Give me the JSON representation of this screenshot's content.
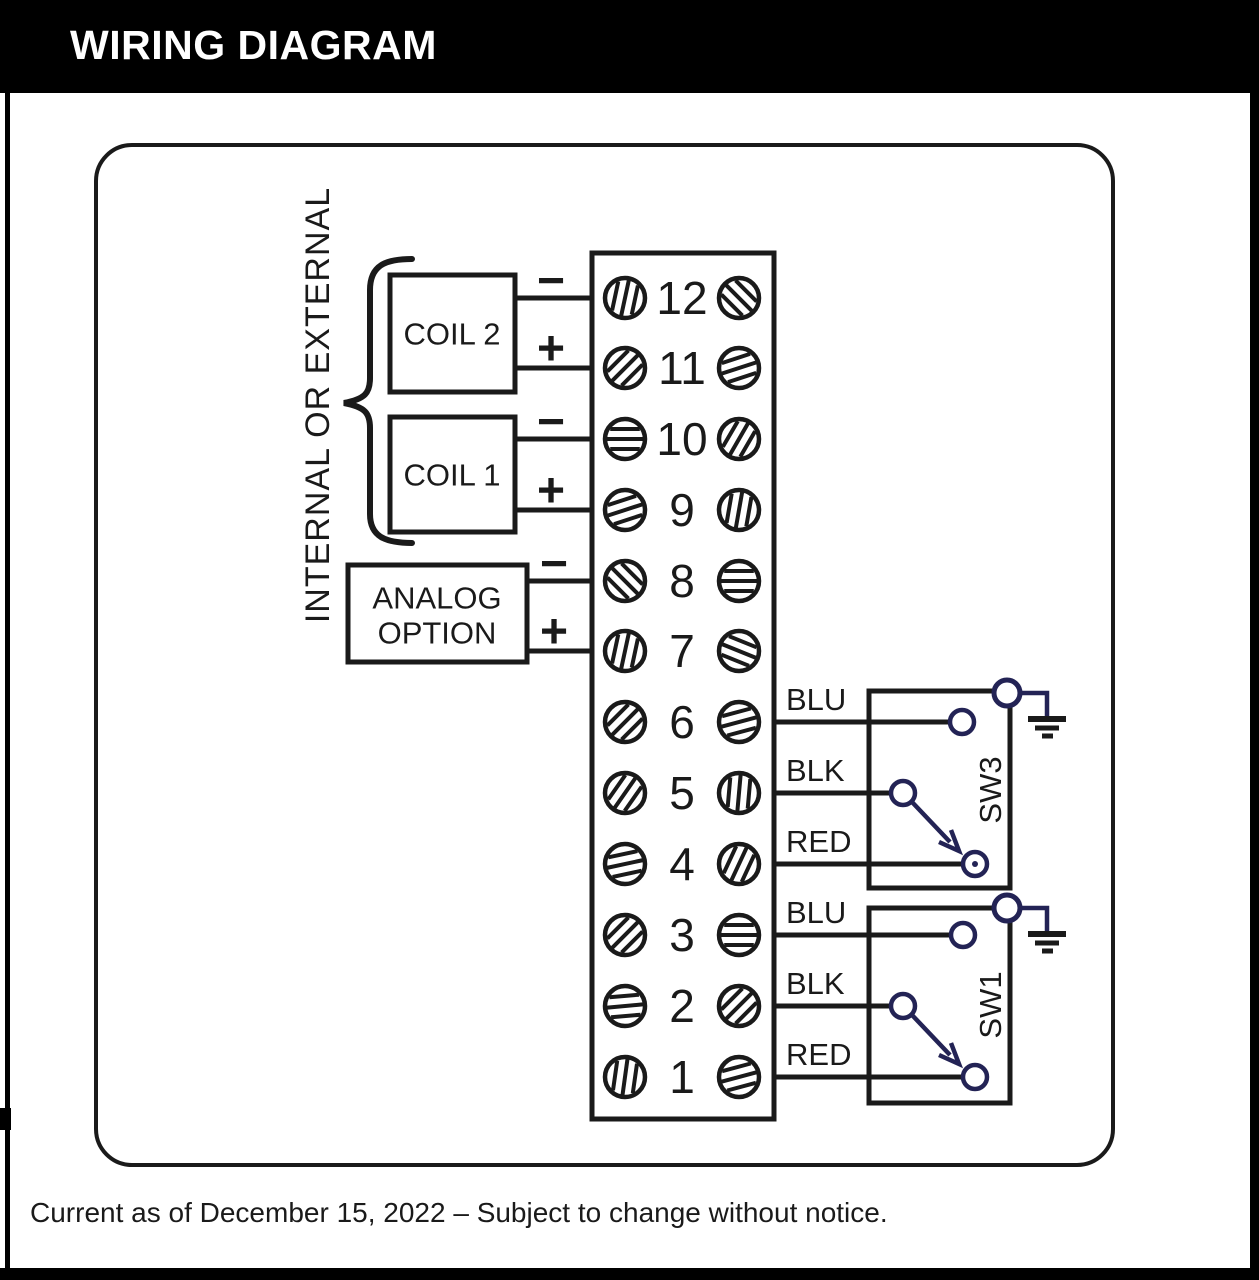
{
  "header": {
    "title": "WIRING DIAGRAM"
  },
  "footer": {
    "note": "Current as of December 15, 2022 – Subject to change without notice."
  },
  "colors": {
    "ink": "#1a1a1a",
    "switch_ink": "#232355",
    "header_bg": "#000000",
    "header_fg": "#ffffff",
    "paper": "#ffffff"
  },
  "diagram": {
    "side_label": "INTERNAL OR EXTERNAL",
    "signs": {
      "minus": "−",
      "plus": "+"
    },
    "boxes": {
      "coil2": "COIL 2",
      "coil1": "COIL 1",
      "analog": [
        "ANALOG",
        "OPTION"
      ]
    },
    "terminal_block": {
      "rows": [
        {
          "n": "12",
          "left_angle": 78,
          "right_angle": -45
        },
        {
          "n": "11",
          "left_angle": 45,
          "right_angle": 18
        },
        {
          "n": "10",
          "left_angle": 0,
          "right_angle": 60
        },
        {
          "n": "9",
          "left_angle": 18,
          "right_angle": 80
        },
        {
          "n": "8",
          "left_angle": -45,
          "right_angle": 0
        },
        {
          "n": "7",
          "left_angle": 78,
          "right_angle": -22
        },
        {
          "n": "6",
          "left_angle": 45,
          "right_angle": 15
        },
        {
          "n": "5",
          "left_angle": 55,
          "right_angle": 85
        },
        {
          "n": "4",
          "left_angle": 12,
          "right_angle": 65
        },
        {
          "n": "3",
          "left_angle": 45,
          "right_angle": 0
        },
        {
          "n": "2",
          "left_angle": 5,
          "right_angle": 45
        },
        {
          "n": "1",
          "left_angle": 82,
          "right_angle": 15
        }
      ]
    },
    "switch_groups": [
      {
        "name": "SW3",
        "wires": [
          "BLU",
          "BLK",
          "RED"
        ]
      },
      {
        "name": "SW1",
        "wires": [
          "BLU",
          "BLK",
          "RED"
        ]
      }
    ]
  }
}
